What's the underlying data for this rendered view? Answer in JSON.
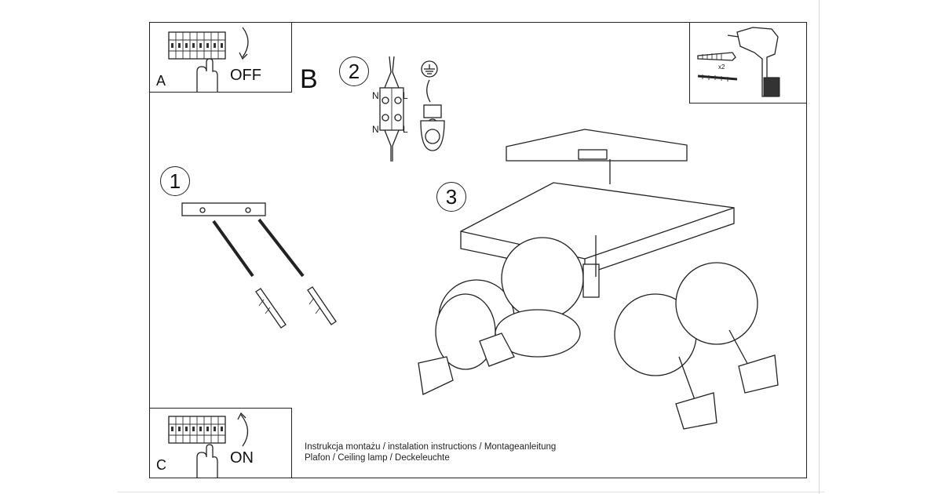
{
  "panels": {
    "a": {
      "letter": "A",
      "switch_text": "OFF"
    },
    "c": {
      "letter": "C",
      "switch_text": "ON"
    }
  },
  "section_b": "B",
  "steps": [
    "1",
    "2",
    "3"
  ],
  "wiring": {
    "n_label": "N",
    "l_label": "L"
  },
  "tools": {
    "multiplier": "x2"
  },
  "caption": {
    "line1": "Instrukcja montażu / instalation instructions / Montageanleitung",
    "line2": "Plafon / Ceiling lamp / Deckeleuchte"
  }
}
